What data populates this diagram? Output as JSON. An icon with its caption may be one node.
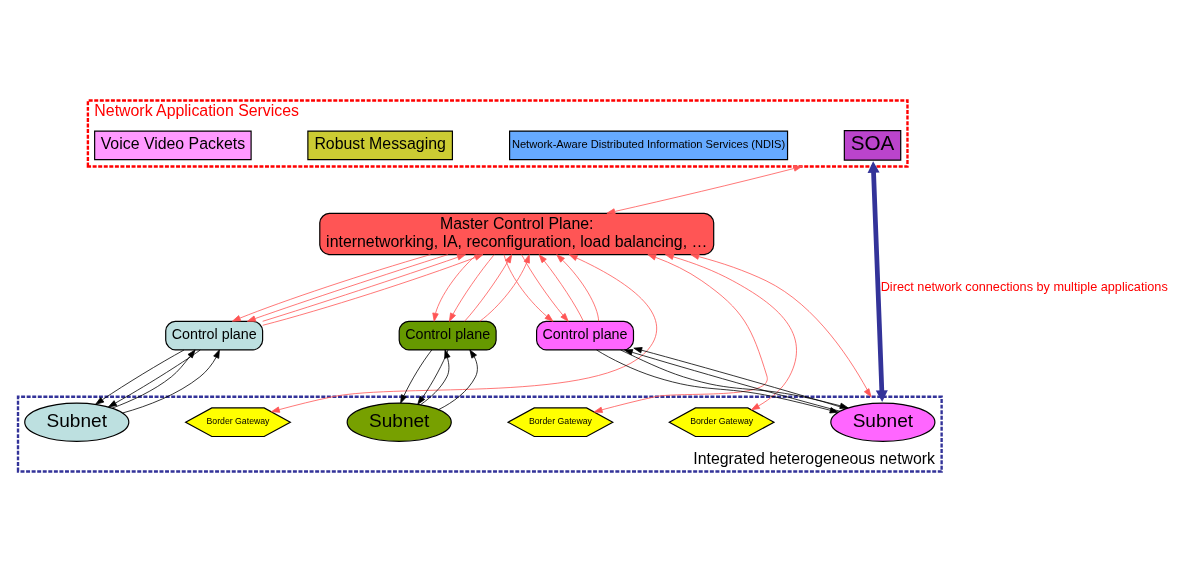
{
  "diagram": {
    "nodes": [
      {
        "text": [
          "Network Application Services"
        ]
      },
      {
        "text": [
          "Voice Video Packets"
        ],
        "in": 0
      },
      {
        "text": [
          "Robust Messaging"
        ],
        "in": 0
      },
      {
        "text": [
          "Network-Aware Distributed Information Services (NDIS)"
        ],
        "in": 0
      },
      {
        "text": [
          "SOA"
        ],
        "in": 0
      },
      {
        "text": [
          "Master Control Plane:",
          "internetworking, IA, reconfiguration, load balancing, …"
        ]
      },
      {
        "text": [
          "Control plane"
        ]
      },
      {
        "text": [
          "Control plane"
        ]
      },
      {
        "text": [
          "Control plane"
        ]
      },
      {
        "text": [
          "Integrated heterogeneous network"
        ]
      },
      {
        "text": [
          "Subnet"
        ],
        "in": 9
      },
      {
        "text": [
          "Border Gateway"
        ],
        "in": 9
      },
      {
        "text": [
          "Subnet"
        ],
        "in": 9
      },
      {
        "text": [
          "Border Gateway"
        ],
        "in": 9
      },
      {
        "text": [
          "Border Gateway"
        ],
        "in": 9
      },
      {
        "text": [
          "Subnet"
        ],
        "in": 9
      }
    ],
    "edges": [
      {
        "from": 0,
        "to": 5,
        "arrow": "both"
      },
      {
        "from": 0,
        "to": 9,
        "arrow": "both",
        "style": "thick",
        "color": "#333399",
        "label": "Direct network connections by multiple applications"
      },
      {
        "from": 5,
        "to": 6,
        "arrow": "to"
      },
      {
        "from": 5,
        "to": 6,
        "arrow": "to"
      },
      {
        "from": 6,
        "to": 5,
        "arrow": "to"
      },
      {
        "from": 6,
        "to": 5,
        "arrow": "to"
      },
      {
        "from": 5,
        "to": 11,
        "arrow": "both"
      },
      {
        "from": 5,
        "to": 7,
        "arrow": "to"
      },
      {
        "from": 5,
        "to": 7,
        "arrow": "to"
      },
      {
        "from": 7,
        "to": 5,
        "arrow": "to"
      },
      {
        "from": 7,
        "to": 5,
        "arrow": "to"
      },
      {
        "from": 5,
        "to": 13,
        "arrow": "both"
      },
      {
        "from": 5,
        "to": 14,
        "arrow": "both"
      },
      {
        "from": 5,
        "to": 8,
        "arrow": "to"
      },
      {
        "from": 5,
        "to": 8,
        "arrow": "to"
      },
      {
        "from": 8,
        "to": 5,
        "arrow": "to"
      },
      {
        "from": 8,
        "to": 5,
        "arrow": "to"
      },
      {
        "from": 5,
        "to": 9,
        "arrow": "both"
      },
      {
        "from": 6,
        "to": 10,
        "arrow": "to",
        "color": "#000000"
      },
      {
        "from": 6,
        "to": 10,
        "arrow": "to",
        "color": "#000000"
      },
      {
        "from": 10,
        "to": 6,
        "arrow": "to",
        "color": "#000000"
      },
      {
        "from": 10,
        "to": 6,
        "arrow": "to",
        "color": "#000000"
      },
      {
        "from": 7,
        "to": 12,
        "arrow": "to",
        "color": "#000000"
      },
      {
        "from": 7,
        "to": 12,
        "arrow": "to",
        "color": "#000000"
      },
      {
        "from": 12,
        "to": 7,
        "arrow": "to",
        "color": "#000000"
      },
      {
        "from": 12,
        "to": 7,
        "arrow": "to",
        "color": "#000000"
      },
      {
        "from": 8,
        "to": 15,
        "arrow": "to",
        "color": "#000000"
      },
      {
        "from": 8,
        "to": 15,
        "arrow": "to",
        "color": "#000000"
      },
      {
        "from": 15,
        "to": 8,
        "arrow": "to",
        "color": "#000000"
      },
      {
        "from": 15,
        "to": 8,
        "arrow": "to",
        "color": "#000000"
      }
    ]
  }
}
